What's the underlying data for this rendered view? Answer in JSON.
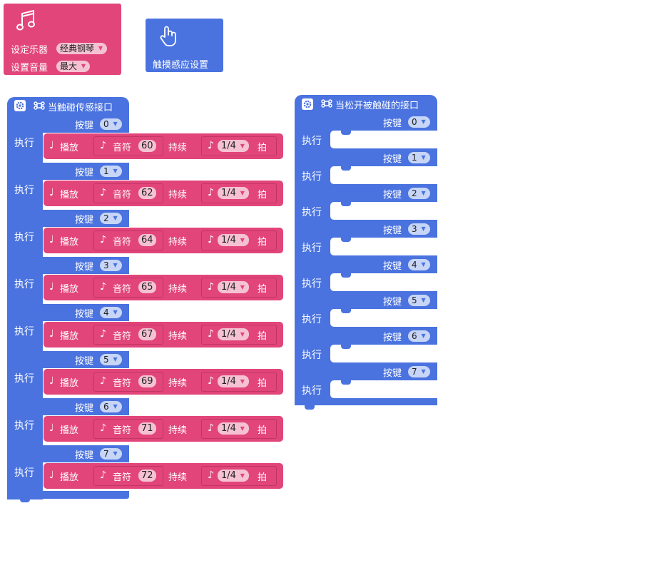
{
  "instrument_block": {
    "set_instrument_label": "设定乐器",
    "instrument_value": "经典钢琴",
    "set_volume_label": "设置音量",
    "volume_value": "最大"
  },
  "touch_block": {
    "label": "触摸感应设置"
  },
  "touch_hat": {
    "title": "当触碰传感接口",
    "key_label": "按键",
    "do_label": "执行",
    "play_label": "播放",
    "note_label": "音符",
    "duration_label": "持续",
    "beat_label": "拍",
    "rows": [
      {
        "key": "0",
        "note": "60",
        "duration": "1/4"
      },
      {
        "key": "1",
        "note": "62",
        "duration": "1/4"
      },
      {
        "key": "2",
        "note": "64",
        "duration": "1/4"
      },
      {
        "key": "3",
        "note": "65",
        "duration": "1/4"
      },
      {
        "key": "4",
        "note": "67",
        "duration": "1/4"
      },
      {
        "key": "5",
        "note": "69",
        "duration": "1/4"
      },
      {
        "key": "6",
        "note": "71",
        "duration": "1/4"
      },
      {
        "key": "7",
        "note": "72",
        "duration": "1/4"
      }
    ]
  },
  "release_hat": {
    "title": "当松开被触碰的接口",
    "key_label": "按键",
    "do_label": "执行",
    "keys": [
      "0",
      "1",
      "2",
      "3",
      "4",
      "5",
      "6",
      "7"
    ]
  },
  "colors": {
    "sound": "#e2457a",
    "event": "#4a73e0"
  },
  "icons": [
    "music-note-icon",
    "hand-pointer-icon",
    "gear-icon",
    "command-icon",
    "note-icon",
    "dropdown-arrow-icon"
  ]
}
